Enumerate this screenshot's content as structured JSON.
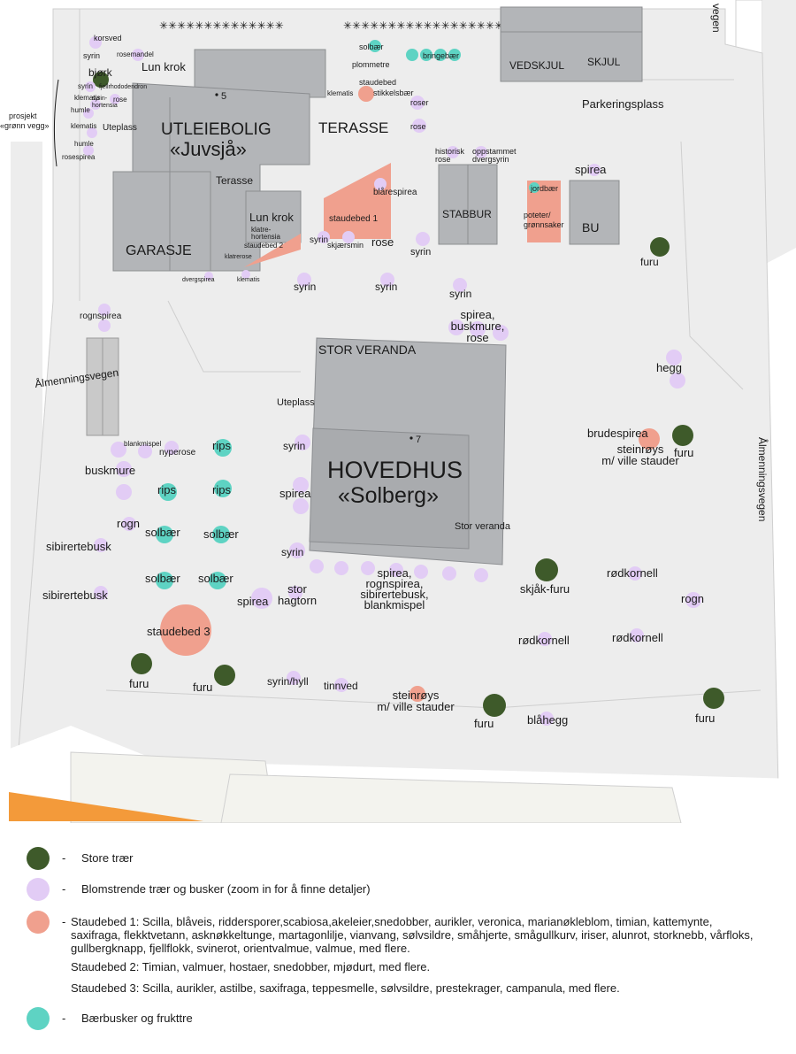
{
  "colors": {
    "tree": "#3e5a2a",
    "flower": "#e2ccf5",
    "perennial": "#f0a08e",
    "berry": "#5ed3c3",
    "building": "#b3b5b8",
    "ground": "#ededed",
    "road": "#ffffff"
  },
  "buildings": {
    "utleiebolig": [
      "UTLEIEBOLIG",
      "«Juvsjå»"
    ],
    "hovedhus": [
      "HOVEDHUS",
      "«Solberg»"
    ],
    "garasje": "GARASJE",
    "stabbur": "STABBUR",
    "bu": "BU",
    "vedskjul": "VEDSKJUL",
    "skjul": "SKJUL",
    "lun_krok_1": "Lun krok",
    "lun_krok_2": "Lun krok",
    "terasse_big": "TERASSE",
    "terasse_small": "Terasse",
    "stor_veranda_top": "STOR VERANDA",
    "stor_veranda_small": "Stor veranda",
    "uteplass_1": "Uteplass",
    "uteplass_2": "Uteplass",
    "parkeringsplass": "Parkeringsplass",
    "house_no_5": "5",
    "house_no_7": "7"
  },
  "roads": {
    "left": "Ålmenningsvegen",
    "right": "Ålmenningsvegen",
    "top_right": "vegen"
  },
  "side_note": [
    "prosjekt",
    "«grønn vegg»"
  ],
  "map_labels": {
    "korsved": "korsved",
    "syrin_a": "syrin",
    "rosemandel": "rosemandel",
    "bjork": "bjørk",
    "syrin_b": "syrin",
    "fjellrhododendron": "fjellrhododendron",
    "klematis_a": "klematis",
    "syrin_hortensia": [
      "syrin-",
      "hortensia"
    ],
    "rose_a": "rose",
    "humle_a": "humle",
    "klematis_b": "klematis",
    "humle_b": "humle",
    "rosespirea": "rosespirea",
    "solbaer_top": "solbær",
    "plommetre": "plommetre",
    "bringebaer": "bringebær",
    "klematis_c": "klematis",
    "staudebed_top": "staudebed",
    "stikkelsbaer": "stikkelsbær",
    "roser": "roser",
    "rose_b": "rose",
    "historisk_rose": [
      "historisk",
      "rose"
    ],
    "oppstammet_dvergsyrin": [
      "oppstammet",
      "dvergsyrin"
    ],
    "spirea_top": "spirea",
    "blaarespirea": "blårespirea",
    "staudebed_1": "staudebed 1",
    "jordbaer": "jordbær",
    "poteter": [
      "poteter/",
      "grønnsaker"
    ],
    "klatrehortensia": [
      "klatre-",
      "hortensia"
    ],
    "staudebed_2": "staudebed 2",
    "klatrerose": "klatrerose",
    "syrin_c": "syrin",
    "skjaersmin": "skjærsmin",
    "rose_c": "rose",
    "syrin_d": "syrin",
    "furu_a": "furu",
    "dvergspirea": "dvergspirea",
    "klematis_d": "klematis",
    "syrin_e": "syrin",
    "syrin_f": "syrin",
    "syrin_g": "syrin",
    "rognspirea": "rognspirea",
    "spirea_buskmure_rose": [
      "spirea,",
      "buskmure,",
      "rose"
    ],
    "hegg": "hegg",
    "blankmispel": "blankmispel",
    "nyperose": "nyperose",
    "rips_a": "rips",
    "syrin_h": "syrin",
    "brudespirea": "brudespirea",
    "furu_b": "furu",
    "steinroys_a": [
      "steinrøys",
      "m/ ville stauder"
    ],
    "buskmure": "buskmure",
    "rips_b": "rips",
    "rips_c": "rips",
    "spirea_mid": "spirea",
    "rogn_a": "rogn",
    "solbaer_a": "solbær",
    "solbaer_b": "solbær",
    "sibirertebusk_a": "sibirertebusk",
    "syrin_i": "syrin",
    "skjakfuru": "skjåk-furu",
    "rodkornell_a": "rødkornell",
    "solbaer_c": "solbær",
    "solbaer_d": "solbær",
    "spirea_group": [
      "spirea,",
      "rognspirea,",
      "sibirertebusk,",
      "blankmispel"
    ],
    "stor_hagtorn": [
      "stor",
      "hagtorn"
    ],
    "spirea_low": "spirea",
    "rogn_b": "rogn",
    "sibirertebusk_b": "sibirertebusk",
    "staudebed_3": "staudebed 3",
    "rodkornell_b": "rødkornell",
    "rodkornell_c": "rødkornell",
    "furu_c": "furu",
    "furu_d": "furu",
    "syrin_hyll": "syrin/hyll",
    "tinnved": "tinnved",
    "steinroys_b": [
      "steinrøys",
      "m/ ville stauder"
    ],
    "furu_e": "furu",
    "blaahegg": "blåhegg",
    "furu_f": "furu"
  },
  "legend": {
    "dash": "-",
    "trees": "Store trær",
    "flowering": "Blomstrende trær og busker (zoom in for å finne detaljer)",
    "staudebed_1_title": "Staudebed 1:",
    "staudebed_1_text": "Scilla, blåveis, riddersporer,scabiosa,akeleier,snedobber, aurikler, veronica, marianøkleblom, timian, kattemynte, saxifraga, flekktvetann, asknøkkeltunge, martagonlilje, vianvang, sølvsildre, småhjerte, smågullkurv, iriser, alunrot, storknebb, vårfloks, gullbergknapp, fjellflokk, svinerot, orientvalmue, valmue, med flere.",
    "staudebed_2_title": "Staudebed 2:",
    "staudebed_2_text": "Timian, valmuer, hostaer, snedobber, mjødurt, med flere.",
    "staudebed_3_title": "Staudebed 3:",
    "staudebed_3_text": "Scilla, aurikler, astilbe, saxifraga, teppesmelle, sølvsildre, prestekrager, campanula, med flere.",
    "berries": "Bærbusker og frukttre"
  }
}
